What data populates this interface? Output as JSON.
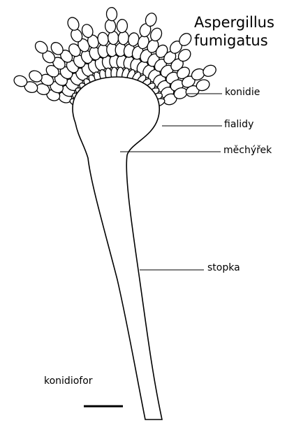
{
  "title": [
    "Aspergillus",
    "fumigatus"
  ],
  "labels": {
    "konidie": "konidie",
    "fialidy": "fialidy",
    "mechyrek": "měchýřek",
    "stopka": "stopka",
    "konidiofor": "konidiofor"
  },
  "stroke_color": "#000000",
  "background_color": "#ffffff"
}
